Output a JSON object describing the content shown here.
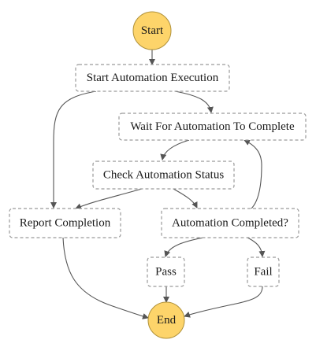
{
  "nodes": {
    "start": "Start",
    "start_automation_execution": "Start Automation Execution",
    "wait_for_automation": "Wait For Automation To Complete",
    "check_automation_status": "Check Automation Status",
    "report_completion": "Report Completion",
    "automation_completed": "Automation Completed?",
    "pass": "Pass",
    "fail": "Fail",
    "end": "End"
  },
  "colors": {
    "terminal_fill": "#fdd46a",
    "box_border": "#9a9a9a",
    "edge": "#555555"
  }
}
